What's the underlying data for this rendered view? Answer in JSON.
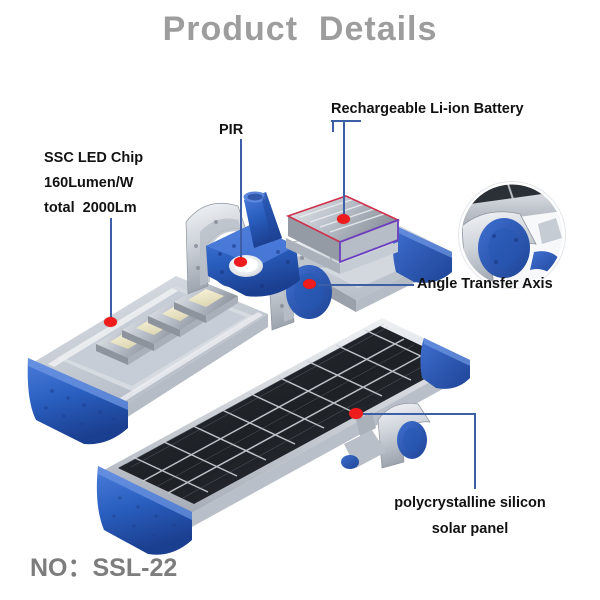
{
  "header": {
    "title": "Product  Details"
  },
  "footer": {
    "model_label": "NO：SSL-22"
  },
  "colors": {
    "title_gray": "#9d9d9d",
    "model_gray": "#7d7d7d",
    "label_black": "#121212",
    "leader_blue": "#3c5fa6",
    "marker_red": "#ee1c1c",
    "body_blue": "#2a5fc0",
    "body_blue_dark": "#1d3f8f",
    "metal_silver": "#c9ced6",
    "panel_dark": "#23262b",
    "background": "#ffffff"
  },
  "callouts": [
    {
      "id": "ssc-led-chip",
      "lines": [
        "SSC LED Chip",
        "160Lumen/W",
        "total  2000Lm"
      ],
      "text": "SSC LED Chip\n160Lumen/W\ntotal  2000Lm"
    },
    {
      "id": "pir",
      "lines": [
        "PIR"
      ],
      "text": "PIR"
    },
    {
      "id": "rechargeable-battery",
      "lines": [
        "Rechargeable Li-ion Battery"
      ],
      "text": "Rechargeable Li-ion Battery"
    },
    {
      "id": "angle-transfer-axis",
      "lines": [
        "Angle Transfer Axis"
      ],
      "text": "Angle Transfer Axis"
    },
    {
      "id": "solar-panel",
      "lines": [
        "polycrystalline silicon",
        "solar panel"
      ],
      "text": "polycrystalline silicon\nsolar panel"
    }
  ],
  "icons": {
    "marker": "red-dot-marker-icon",
    "zoom_inset": "circular-detail-inset-icon"
  }
}
